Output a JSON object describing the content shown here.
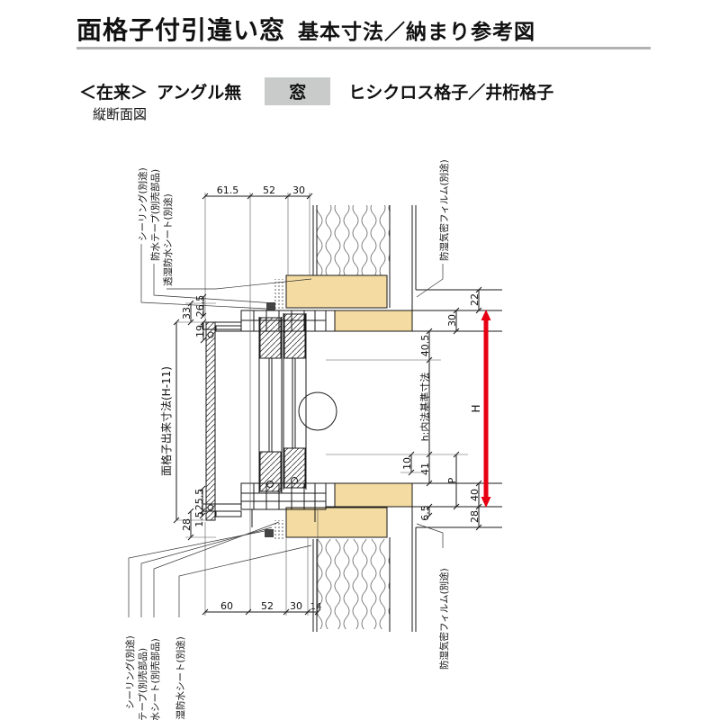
{
  "header": {
    "title": "面格子付引違い窓",
    "subtitle": "基本寸法／納まり参考図"
  },
  "spec": {
    "construction": "＜在来＞",
    "angle": "アングル無",
    "window": "窓",
    "grille_types": "ヒシクロス格子／井桁格子"
  },
  "view_label": "縦断面図",
  "callouts": {
    "top_left": [
      "シーリング(別途)",
      "防水テープ(別売部品)",
      "透湿防水シート(別途)"
    ],
    "top_right": "防湿気密フィルム(別途)",
    "bottom_left": [
      "シーリング(別途)",
      "防水テープ(別売部品)",
      "先張防水シート(別売部品)",
      "透湿防水シート(別途)"
    ],
    "bottom_right": "防湿気密フィルム(別途)"
  },
  "dimensions": {
    "top": [
      "61.5",
      "52",
      "30"
    ],
    "bottom": [
      "60",
      "52",
      "30",
      "14"
    ],
    "left_head": [
      "33",
      "26.5",
      "19"
    ],
    "left_sill": [
      "28",
      "1.5",
      "25.5"
    ],
    "right": {
      "r22": "22",
      "r30": "30",
      "r40_5": "40.5",
      "h_label": "h:内法基準寸法",
      "r10": "10",
      "r41": "41",
      "p": "P",
      "r40": "40",
      "r6_5": "6.5",
      "r28": "28",
      "H": "H"
    },
    "grille_height": "面格子出来寸法(H-11)"
  },
  "colors": {
    "wood_fill": "#f3dba1",
    "arrow_red": "#e60012",
    "highlight_gray": "#c9caca",
    "line": "#1a1a1a"
  }
}
